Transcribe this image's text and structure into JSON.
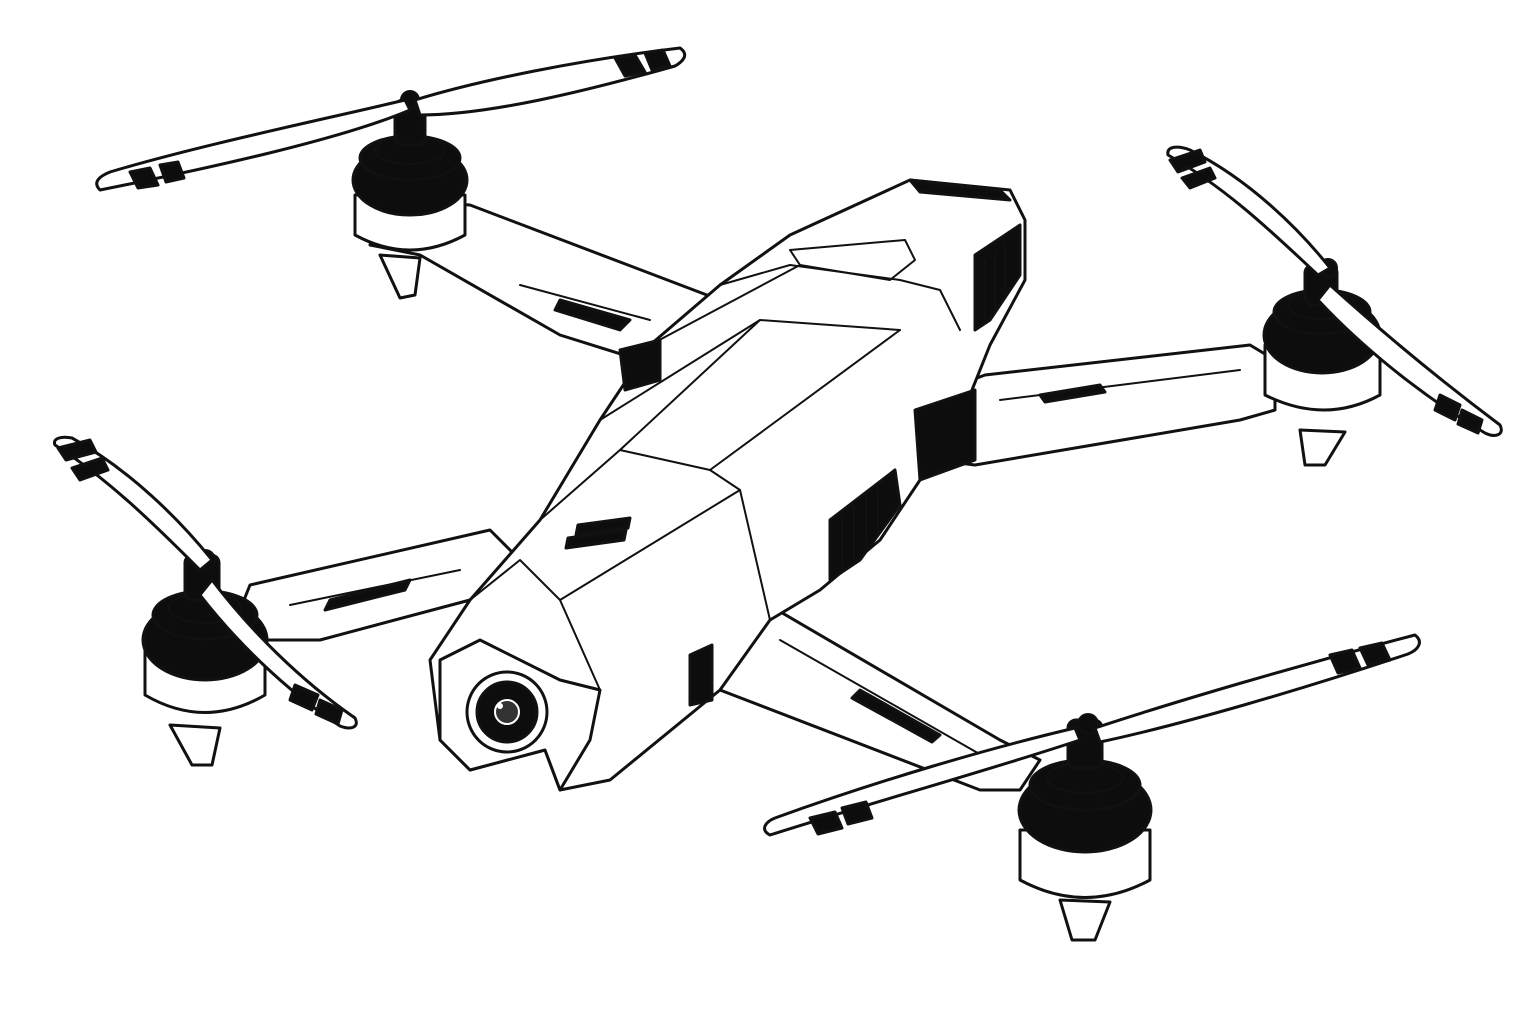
{
  "scene": {
    "subject": "quadcopter-drone-line-art",
    "colors": {
      "background": "#ffffff",
      "ink": "#111111",
      "dark_fill": "#0d0d0d",
      "body_fill": "#ffffff"
    },
    "icons": [
      "drone-body",
      "camera-lens",
      "propeller",
      "motor",
      "landing-leg",
      "vent-grille"
    ]
  }
}
